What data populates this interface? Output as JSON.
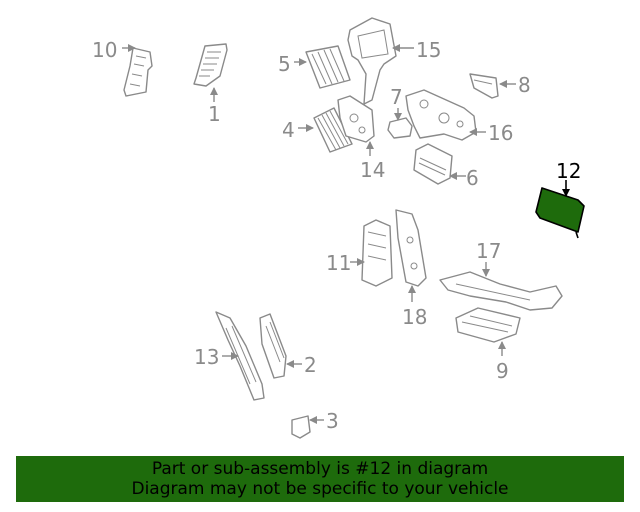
{
  "diagram": {
    "highlight_color": "#1e6b0c",
    "part_color": "#8a8a8a",
    "callouts": {
      "c1": "1",
      "c2": "2",
      "c3": "3",
      "c4": "4",
      "c5": "5",
      "c6": "6",
      "c7": "7",
      "c8": "8",
      "c9": "9",
      "c10": "10",
      "c11": "11",
      "c12": "12",
      "c13": "13",
      "c14": "14",
      "c15": "15",
      "c16": "16",
      "c17": "17",
      "c18": "18"
    },
    "highlighted_part": "12"
  },
  "banner": {
    "line1": "Part or sub-assembly is #12 in diagram",
    "line2": "Diagram may not be specific to your vehicle"
  }
}
